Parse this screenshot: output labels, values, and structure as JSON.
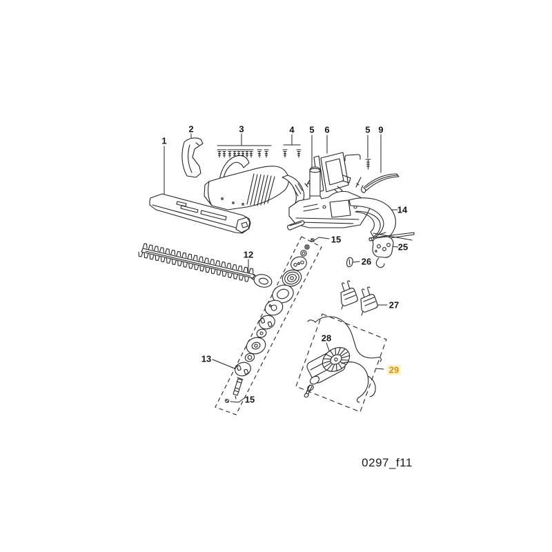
{
  "figure": {
    "code": "0297_f11",
    "kind": "exploded-parts-diagram",
    "highlighted_part": "29",
    "colors": {
      "line": "#222222",
      "label_text": "#141414",
      "highlight_text": "#d2920f",
      "highlight_bg": "#fbf3c6",
      "background": "#ffffff"
    }
  },
  "labels": [
    {
      "id": "part-1",
      "text": "1"
    },
    {
      "id": "part-2",
      "text": "2"
    },
    {
      "id": "part-3",
      "text": "3"
    },
    {
      "id": "part-4",
      "text": "4"
    },
    {
      "id": "part-5a",
      "text": "5"
    },
    {
      "id": "part-6",
      "text": "6"
    },
    {
      "id": "part-5b",
      "text": "5"
    },
    {
      "id": "part-9",
      "text": "9"
    },
    {
      "id": "part-14",
      "text": "14"
    },
    {
      "id": "part-15a",
      "text": "15"
    },
    {
      "id": "part-25",
      "text": "25"
    },
    {
      "id": "part-26",
      "text": "26"
    },
    {
      "id": "part-12",
      "text": "12"
    },
    {
      "id": "part-27",
      "text": "27"
    },
    {
      "id": "part-13",
      "text": "13"
    },
    {
      "id": "part-28",
      "text": "28"
    },
    {
      "id": "part-29",
      "text": "29",
      "highlighted": true
    },
    {
      "id": "part-15b",
      "text": "15"
    }
  ]
}
